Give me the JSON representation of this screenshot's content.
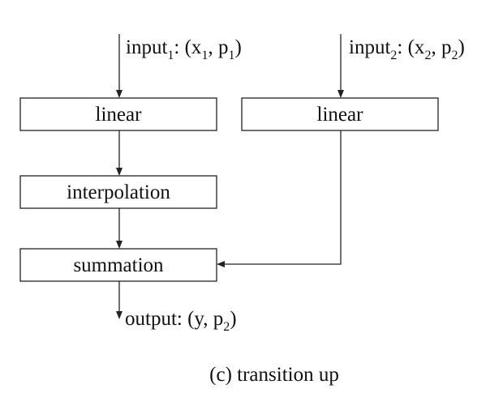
{
  "inputs": {
    "input1": {
      "prefix": "input",
      "sub_index": "1",
      "tuple_open": ": (x",
      "x_index": "1",
      "middle": ", p",
      "p_index": "1",
      "close": ")"
    },
    "input2": {
      "prefix": "input",
      "sub_index": "2",
      "tuple_open": ": (x",
      "x_index": "2",
      "middle": ", p",
      "p_index": "2",
      "close": ")"
    }
  },
  "blocks": {
    "linear_left": "linear",
    "linear_right": "linear",
    "interpolation": "interpolation",
    "summation": "summation"
  },
  "output": {
    "prefix": "output: (y, p",
    "p_index": "2",
    "close": ")"
  },
  "caption": "(c) transition up"
}
